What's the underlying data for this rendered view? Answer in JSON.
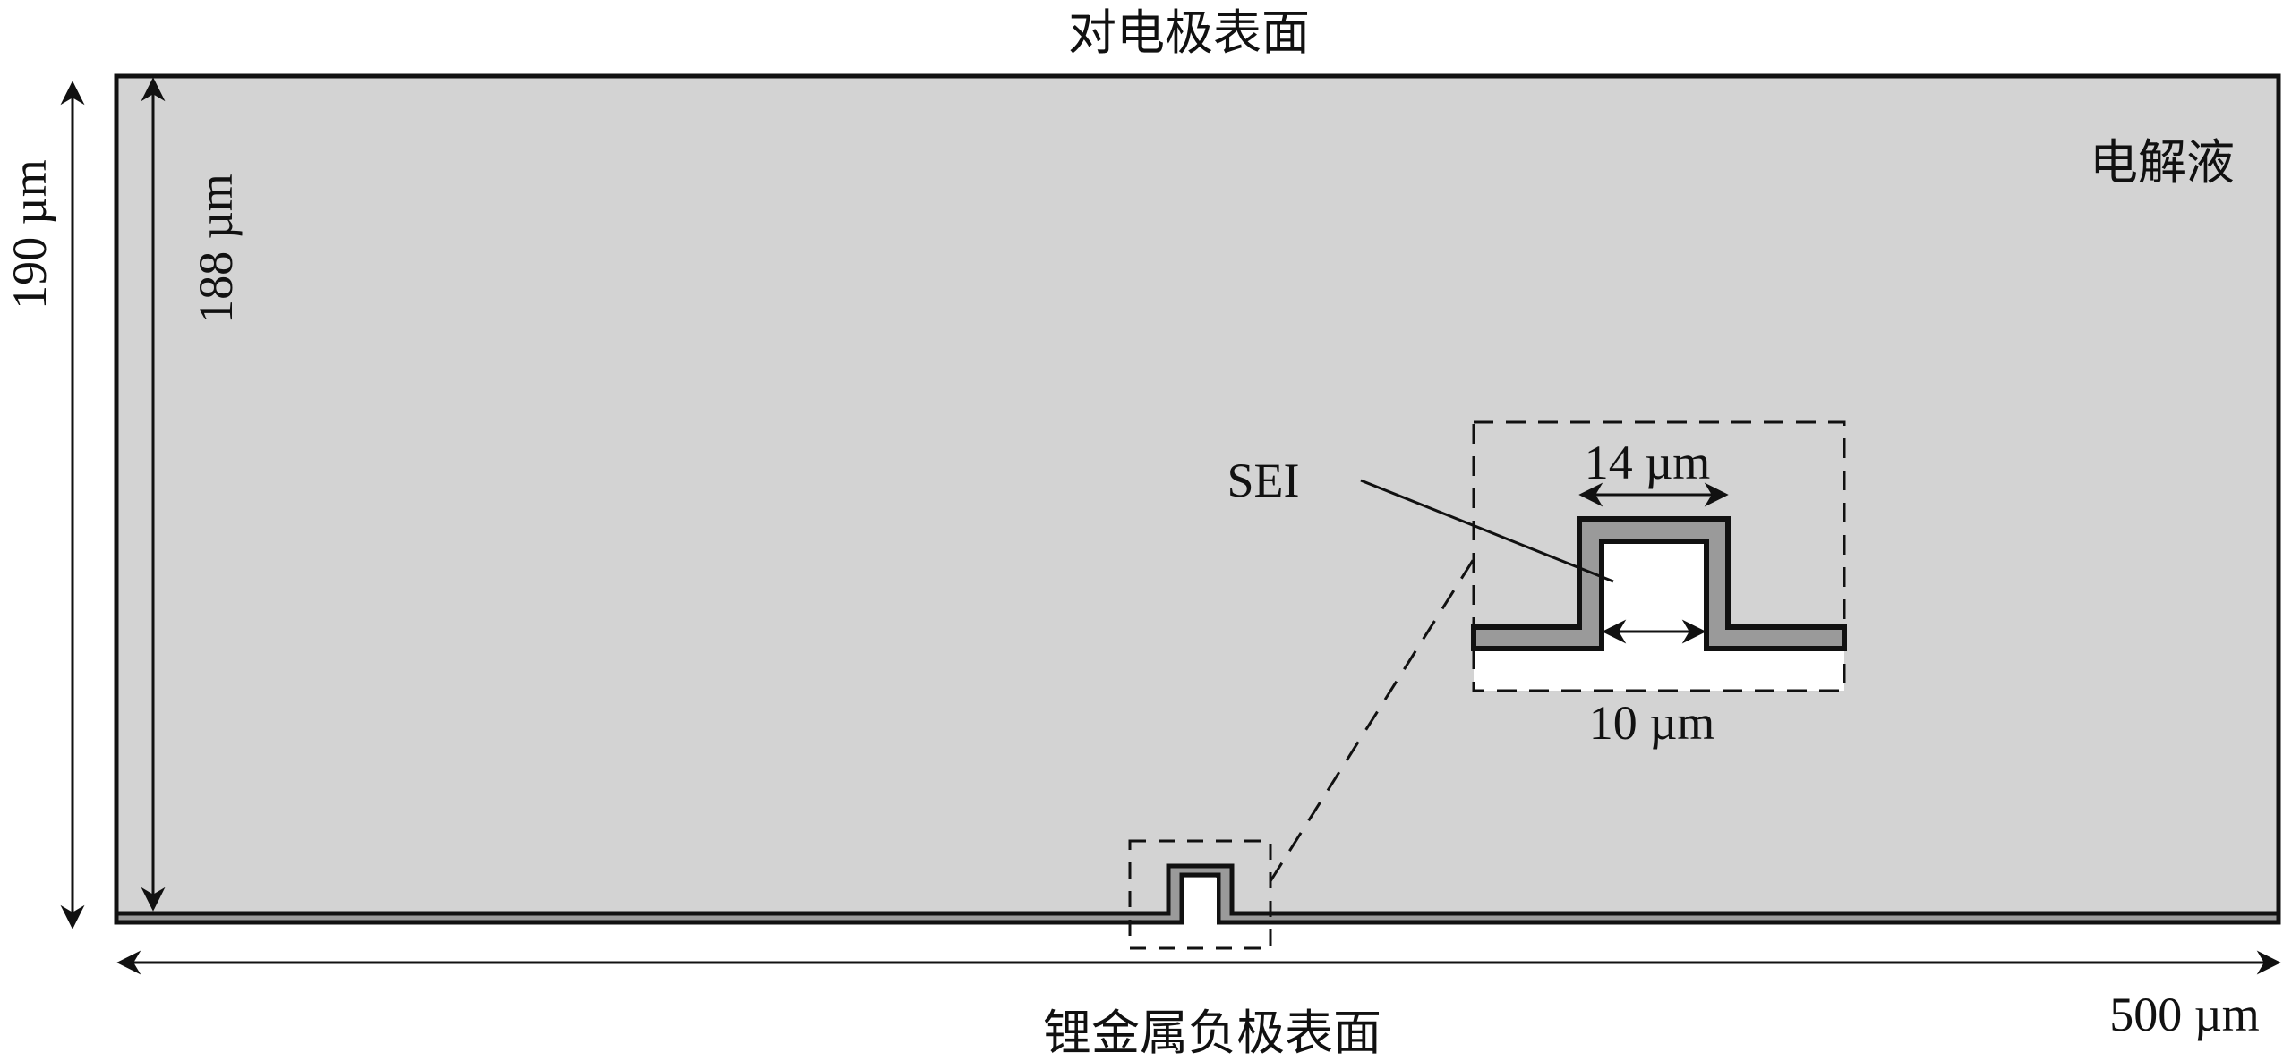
{
  "labels": {
    "top_surface": "对电极表面",
    "bottom_surface": "锂金属负极表面",
    "electrolyte": "电解液",
    "sei": "SEI",
    "total_height": "190 µm",
    "domain_height": "188 µm",
    "width": "500 µm",
    "bump_outer_width": "14 µm",
    "bump_inner_width": "10 µm"
  },
  "colors": {
    "electrolyte": "#d3d3d3",
    "sei": "#9a9a9a",
    "lithium": "#ffffff",
    "line": "#111111"
  }
}
